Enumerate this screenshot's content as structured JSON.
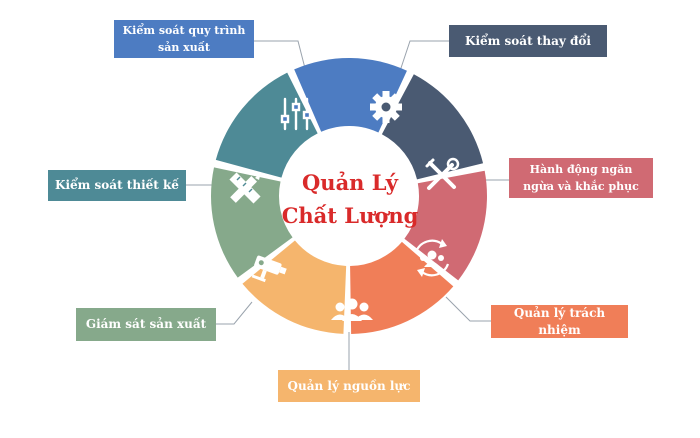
{
  "center": {
    "line1": "Quản Lý",
    "line2": "Chất Lượng"
  },
  "labels": {
    "process": "Kiểm soát quy trình sản xuất",
    "change": "Kiểm soát thay đổi",
    "prevent": "Hành động ngăn ngừa và khắc phục",
    "design": "Kiểm soát thiết kế",
    "responsibility": "Quản lý trách nhiệm",
    "monitoring": "Giám sát sản xuất",
    "resources": "Quản lý nguồn lực"
  },
  "segments": [
    {
      "key": "process",
      "color": "#4d7cc2",
      "icon": "sliders-icon"
    },
    {
      "key": "change",
      "color": "#4a5a72",
      "icon": "gear-icon"
    },
    {
      "key": "prevent",
      "color": "#d06a73",
      "icon": "tools-icon"
    },
    {
      "key": "responsibility",
      "color": "#f07e58",
      "icon": "team-cycle-icon"
    },
    {
      "key": "resources",
      "color": "#f5b56d",
      "icon": "people-icon"
    },
    {
      "key": "monitoring",
      "color": "#86a98b",
      "icon": "camera-icon"
    },
    {
      "key": "design",
      "color": "#4e8a96",
      "icon": "ruler-pencil-icon"
    }
  ],
  "connector_color": "#9aa3ad"
}
